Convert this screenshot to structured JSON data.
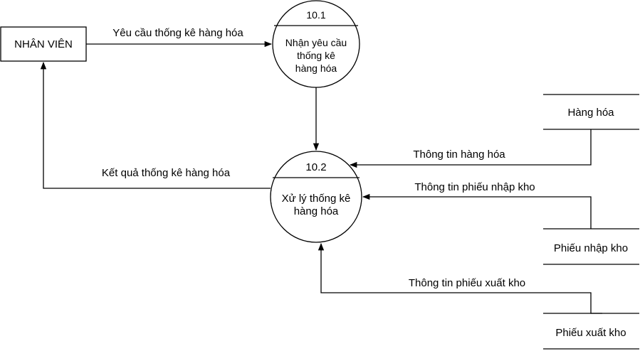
{
  "entity": {
    "label": "NHÂN VIÊN"
  },
  "processes": [
    {
      "id": "10.1",
      "lines": [
        "Nhận yêu cầu",
        "thống kê",
        "hàng hóa"
      ]
    },
    {
      "id": "10.2",
      "lines": [
        "Xử lý thống kê",
        "hàng hóa"
      ]
    }
  ],
  "stores": [
    {
      "label": "Hàng hóa"
    },
    {
      "label": "Phiếu nhập kho"
    },
    {
      "label": "Phiếu xuất kho"
    }
  ],
  "flows": {
    "request": "Yêu cầu thống kê hàng hóa",
    "result": "Kết quả thống kê hàng hóa",
    "goods_info": "Thông tin hàng hóa",
    "import_info": "Thông tin phiếu nhập kho",
    "export_info": "Thông tin phiếu xuất kho"
  }
}
